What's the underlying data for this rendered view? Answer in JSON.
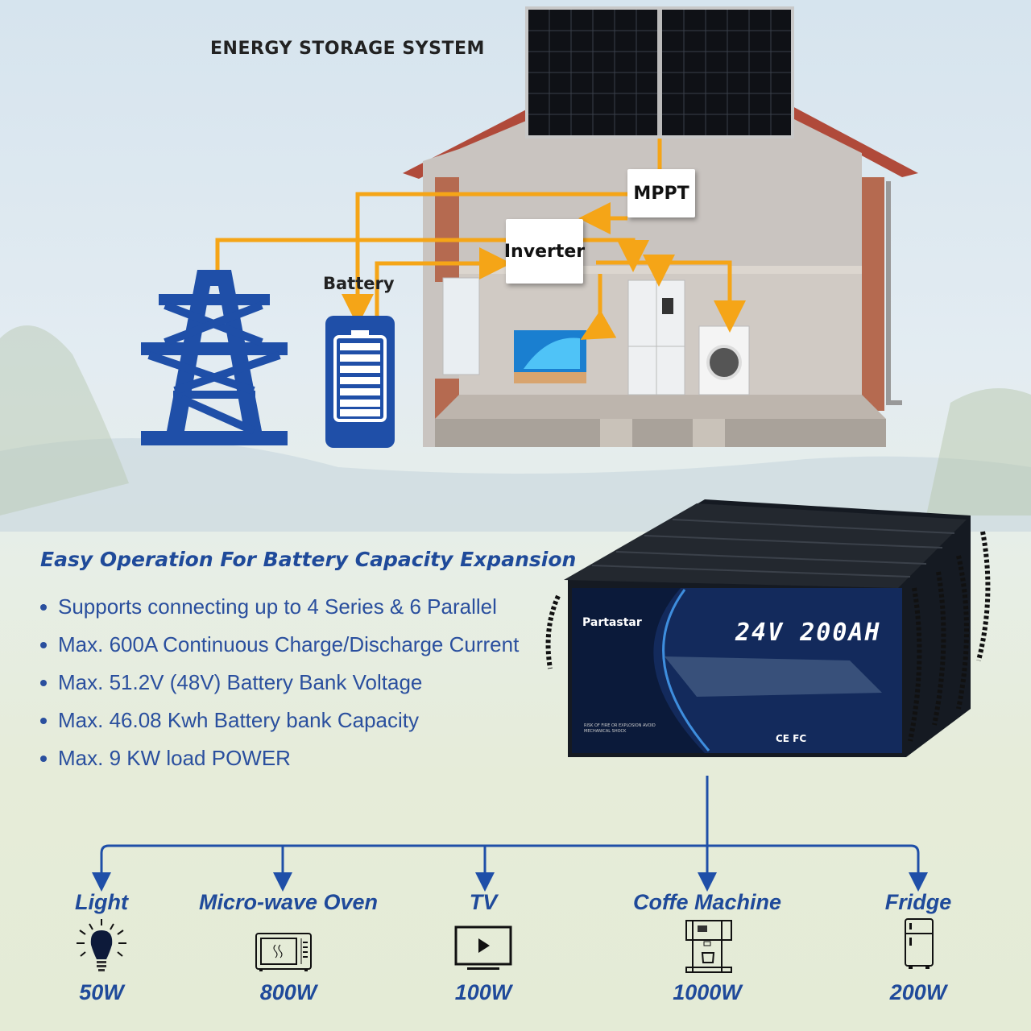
{
  "diagram": {
    "title": "ENERGY STORAGE SYSTEM",
    "nodes": {
      "mppt": "MPPT",
      "inverter": "Inverter",
      "battery": "Battery"
    },
    "icons": [
      "solar-panel",
      "power-grid-tower",
      "battery",
      "house",
      "tv",
      "fridge",
      "washing-machine"
    ],
    "flow_color": "#f5a517",
    "accent_color": "#1f4fa8"
  },
  "features": {
    "heading": "Easy Operation For Battery Capacity Expansion",
    "bullets": [
      "Supports connecting up to 4 Series & 6 Parallel",
      "Max. 600A Continuous Charge/Discharge Current",
      "Max. 51.2V (48V) Battery Bank Voltage",
      "Max. 46.08 Kwh Battery bank Capacity",
      "Max. 9 KW load POWER"
    ]
  },
  "product": {
    "brand": "Partastar",
    "model": "24V 200AH",
    "warning": "RISK OF FIRE OR EXPLOSION AVOID MECHANICAL SHOCK",
    "certifications": "CE FC"
  },
  "loads": [
    {
      "name": "Light",
      "power": "50W",
      "icon": "light-bulb"
    },
    {
      "name": "Micro-wave Oven",
      "power": "800W",
      "icon": "microwave"
    },
    {
      "name": "TV",
      "power": "100W",
      "icon": "tv"
    },
    {
      "name": "Coffe Machine",
      "power": "1000W",
      "icon": "coffee-machine"
    },
    {
      "name": "Fridge",
      "power": "200W",
      "icon": "fridge"
    }
  ]
}
